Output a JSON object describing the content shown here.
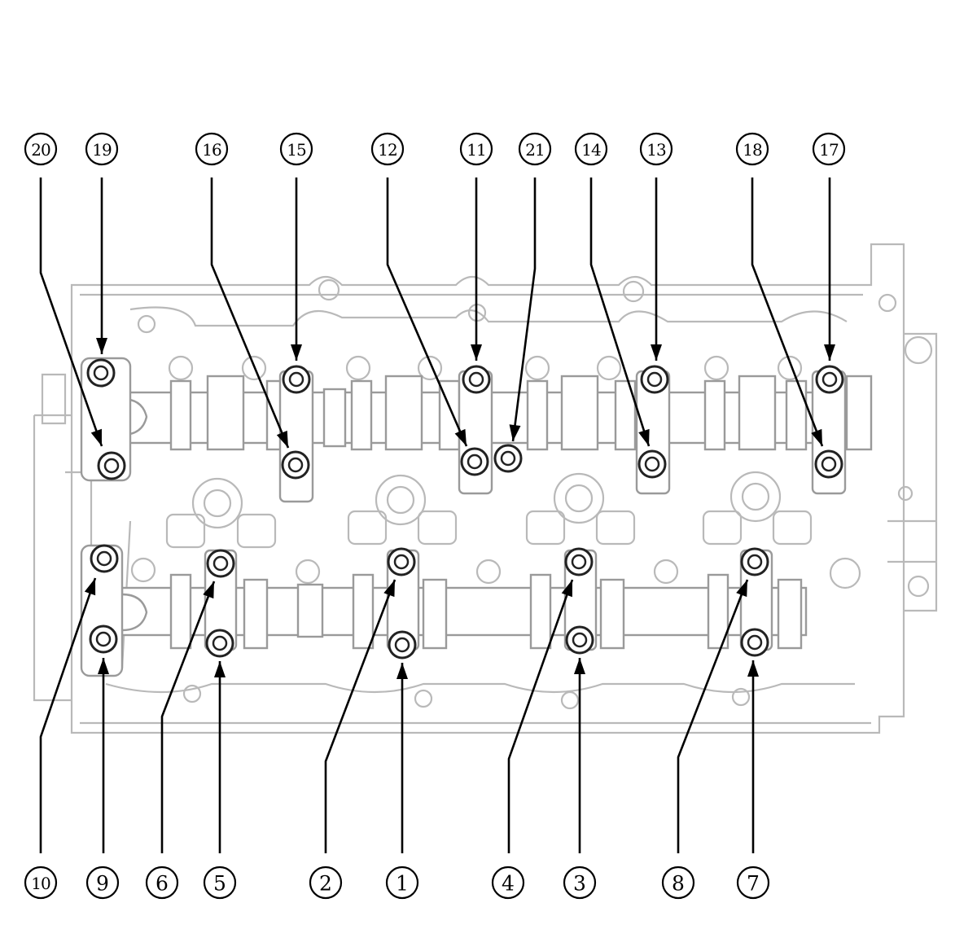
{
  "figure": "cylinder head camshaft cap bolt tightening sequence",
  "callouts": [
    {
      "label": "⑳",
      "text": "20"
    },
    {
      "label": "⑲",
      "text": "19"
    },
    {
      "label": "⑯",
      "text": "16"
    },
    {
      "label": "⑮",
      "text": "15"
    },
    {
      "label": "⑫",
      "text": "12"
    },
    {
      "label": "⑪",
      "text": "11"
    },
    {
      "label": "㉑",
      "text": "21"
    },
    {
      "label": "⑭",
      "text": "14"
    },
    {
      "label": "⑬",
      "text": "13"
    },
    {
      "label": "⑱",
      "text": "18"
    },
    {
      "label": "⑰",
      "text": "17"
    },
    {
      "label": "⑩",
      "text": "10"
    },
    {
      "label": "⑨",
      "text": "9"
    },
    {
      "label": "⑥",
      "text": "6"
    },
    {
      "label": "⑤",
      "text": "5"
    },
    {
      "label": "②",
      "text": "2"
    },
    {
      "label": "①",
      "text": "1"
    },
    {
      "label": "④",
      "text": "4"
    },
    {
      "label": "③",
      "text": "3"
    },
    {
      "label": "⑧",
      "text": "8"
    },
    {
      "label": "⑦",
      "text": "7"
    }
  ]
}
